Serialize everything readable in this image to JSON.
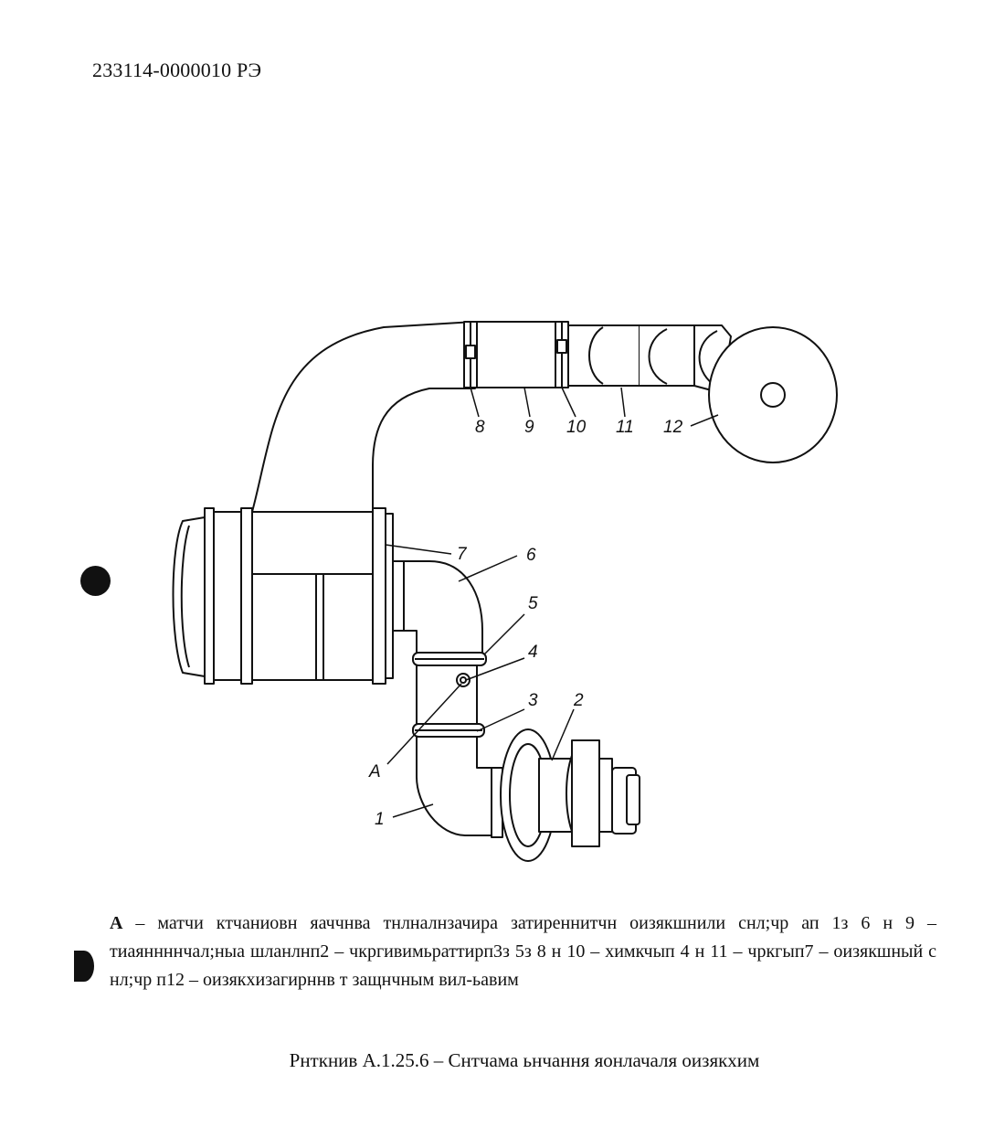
{
  "document": {
    "code": "233114-0000010 РЭ"
  },
  "figure": {
    "callouts": [
      "1",
      "2",
      "3",
      "4",
      "5",
      "6",
      "7",
      "8",
      "9",
      "10",
      "11",
      "12",
      "A"
    ],
    "key_letter": "А",
    "legend_text": " – матчи ктчаниовн яаччнва тнлналнзачира затиреннитчн оизякшнили снл;чр ап 1з 6 н 9 – тиаяннннчал;ныа  шланлнп2 – чкргивимьраттирп3з 5з 8 н 10 – химкчып 4 н 11 – чркгып7 – оизякшный с нл;чр п12 – оизякхизагирннв т защнчным вил-ьавим",
    "title": "Рнткнив А.1.25.6 – Снтчама ьнчання яонлачаля оизякхим"
  },
  "colors": {
    "ink": "#111111",
    "paper": "#ffffff"
  }
}
